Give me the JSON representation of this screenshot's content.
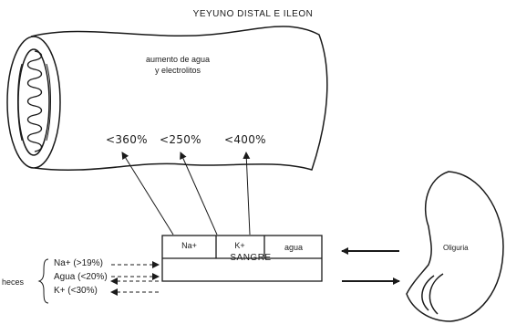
{
  "title": "YEYUNO DISTAL E ILEON",
  "intestine": {
    "line1": "aumento de agua",
    "line2": "y electrolitos"
  },
  "concentrations": [
    {
      "text": "<360%"
    },
    {
      "text": "<250%"
    },
    {
      "text": "<400%"
    }
  ],
  "blood_box": {
    "cells": [
      "Na+",
      "K+",
      "agua"
    ],
    "label": "SANGRE"
  },
  "feces": {
    "label": "heces",
    "items": [
      {
        "text": "Na+ (>19%)"
      },
      {
        "text": "Agua (<20%)"
      },
      {
        "text": "K+ (<30%)"
      }
    ]
  },
  "kidney": {
    "label": "Oliguria"
  }
}
